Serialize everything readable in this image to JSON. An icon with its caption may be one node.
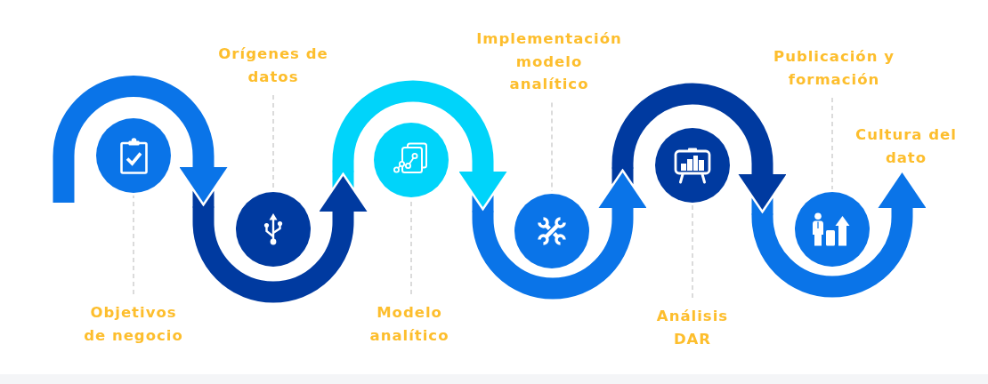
{
  "diagram": {
    "nodes": [
      {
        "text": [],
        "shape": "circle"
      },
      {
        "text": [
          "Objetivos de negocio"
        ]
      },
      {
        "text": [],
        "shape": "circle"
      },
      {
        "text": [
          "Orígenes de datos"
        ]
      },
      {
        "text": [],
        "shape": "circle"
      },
      {
        "text": [
          "Modelo analítico"
        ]
      },
      {
        "text": [],
        "shape": "circle"
      },
      {
        "text": [
          "Implementación modelo analítico"
        ]
      },
      {
        "text": [],
        "shape": "circle"
      },
      {
        "text": [
          "Análisis DAR"
        ]
      },
      {
        "text": [],
        "shape": "circle"
      },
      {
        "text": [
          "Publicación y formación"
        ]
      }
    ],
    "edges": [
      {
        "from": 1,
        "to": 0,
        "arrow": "none",
        "style": "dashed"
      },
      {
        "from": 3,
        "to": 2,
        "arrow": "none",
        "style": "dashed"
      },
      {
        "from": 5,
        "to": 4,
        "arrow": "none",
        "style": "dashed"
      },
      {
        "from": 7,
        "to": 6,
        "arrow": "none",
        "style": "dashed"
      },
      {
        "from": 9,
        "to": 8,
        "arrow": "none",
        "style": "dashed"
      },
      {
        "from": 11,
        "to": 10,
        "arrow": "none",
        "style": "dashed"
      }
    ],
    "labels": [
      "Cultura del dato"
    ]
  }
}
